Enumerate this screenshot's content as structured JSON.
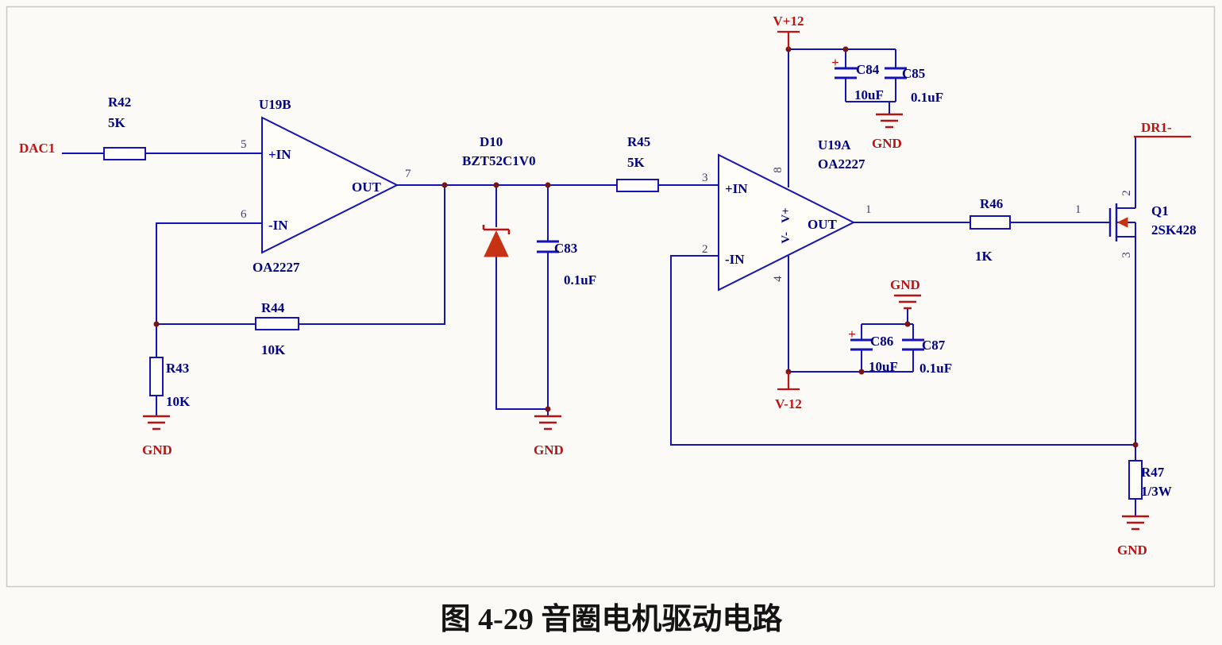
{
  "caption": "图 4-29 音圈电机驱动电路",
  "colors": {
    "wire": "#1414b4",
    "label": "#000082",
    "pin": "#3c3c64",
    "net": "#c01414",
    "ground": "#b41414",
    "junction": "#781414",
    "diode_fill": "#c83214",
    "background": "#fbfaf6",
    "border": "#c9c9c9"
  },
  "nets": {
    "dac1": "DAC1",
    "vplus": "V+12",
    "vminus": "V-12",
    "dr1": "DR1-",
    "gnd": "GND"
  },
  "opamp_b": {
    "ref": "U19B",
    "part": "OA2227",
    "pin_in_plus": "5",
    "pin_in_minus": "6",
    "pin_out": "7",
    "label_in_plus": "+IN",
    "label_in_minus": "-IN",
    "label_out": "OUT"
  },
  "opamp_a": {
    "ref": "U19A",
    "part": "OA2227",
    "pin_in_plus": "3",
    "pin_in_minus": "2",
    "pin_out": "1",
    "pin_vplus": "8",
    "pin_vminus": "4",
    "label_in_plus": "+IN",
    "label_in_minus": "-IN",
    "label_out": "OUT",
    "label_rails": "V-   V+"
  },
  "r42": {
    "ref": "R42",
    "value": "5K"
  },
  "r43": {
    "ref": "R43",
    "value": "10K"
  },
  "r44": {
    "ref": "R44",
    "value": "10K"
  },
  "r45": {
    "ref": "R45",
    "value": "5K"
  },
  "r46": {
    "ref": "R46",
    "value": "1K"
  },
  "r47": {
    "ref": "R47",
    "value": "1/3W"
  },
  "c83": {
    "ref": "C83",
    "value": "0.1uF"
  },
  "c84": {
    "ref": "C84",
    "value": "10uF",
    "plus": "+"
  },
  "c85": {
    "ref": "C85",
    "value": "0.1uF"
  },
  "c86": {
    "ref": "C86",
    "value": "10uF",
    "plus": "+"
  },
  "c87": {
    "ref": "C87",
    "value": "0.1uF"
  },
  "d10": {
    "ref": "D10",
    "part": "BZT52C1V0"
  },
  "q1": {
    "ref": "Q1",
    "part": "2SK428",
    "pin_gate": "1",
    "pin_drain": "2",
    "pin_source": "3"
  }
}
